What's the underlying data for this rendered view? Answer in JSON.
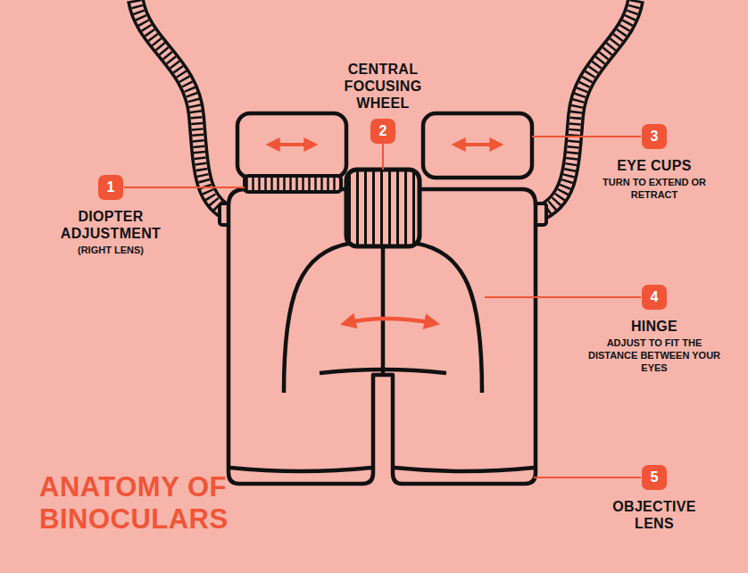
{
  "diagram": {
    "title": "ANATOMY OF BINOCULARS",
    "nodes": [
      {
        "text": [
          "1",
          "DIOPTER ADJUSTMENT",
          "(RIGHT LENS)"
        ]
      },
      {
        "text": [
          "2",
          "CENTRAL FOCUSING WHEEL"
        ]
      },
      {
        "text": [
          "3",
          "EYE CUPS",
          "TURN TO EXTEND OR RETRACT"
        ]
      },
      {
        "text": [
          "4",
          "HINGE",
          "ADJUST TO FIT THE DISTANCE BETWEEN YOUR EYES"
        ]
      },
      {
        "text": [
          "5",
          "OBJECTIVE LENS"
        ]
      }
    ]
  }
}
